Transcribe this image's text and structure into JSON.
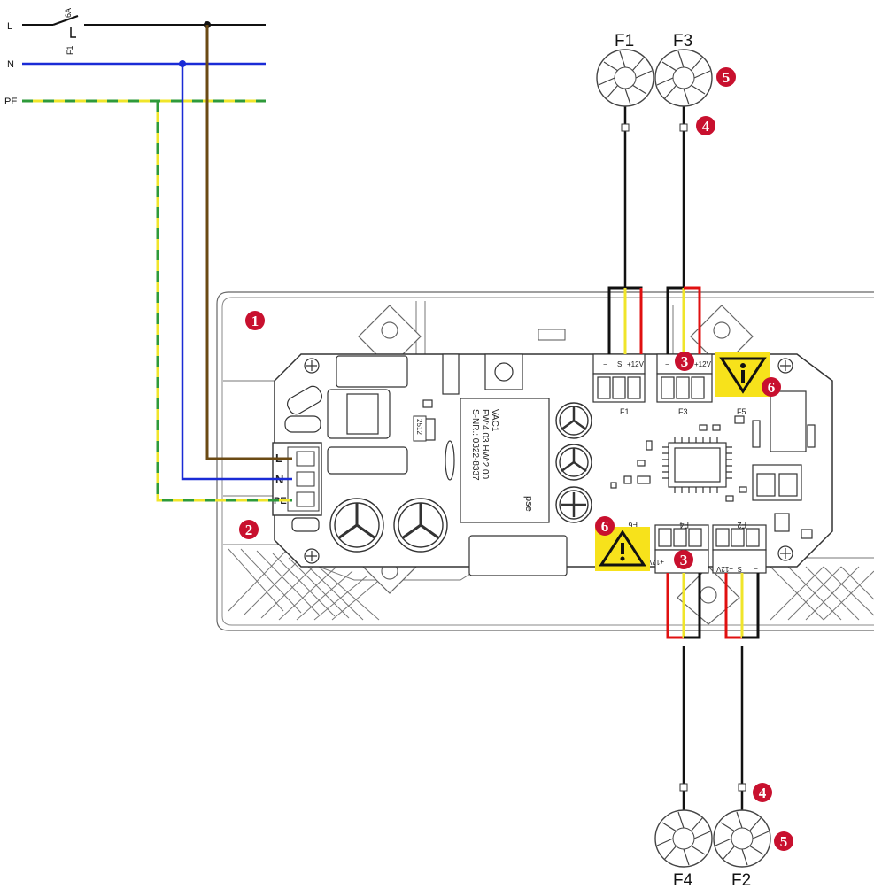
{
  "supply": {
    "lines": [
      "L",
      "N",
      "PE"
    ],
    "breaker": {
      "rating": "6A",
      "name": "F1"
    }
  },
  "fans": [
    {
      "name": "F1"
    },
    {
      "name": "F3"
    },
    {
      "name": "F4"
    },
    {
      "name": "F2"
    }
  ],
  "terminal_block": {
    "labels": [
      "L",
      "N",
      "PE"
    ]
  },
  "board": {
    "label_lines": [
      "VAC1",
      "FW:4.03 HW:2.00",
      "S-NR.: 0322-8337"
    ],
    "chip_label": "2512",
    "brand": "pse",
    "connector_top": [
      "F1",
      "F3",
      "F5"
    ],
    "connector_bottom": [
      "F6",
      "F4",
      "F2"
    ],
    "pin_labels_top": [
      "−",
      "S",
      "+12V"
    ],
    "pin_labels_bottom": [
      "+12V",
      "S",
      "−"
    ]
  },
  "callouts": [
    "1",
    "2",
    "3",
    "3",
    "4",
    "4",
    "5",
    "5",
    "6",
    "6"
  ],
  "colors": {
    "L": "#6b4a14",
    "N": "#1a2bd6",
    "PE_yellow": "#f0e52a",
    "PE_green": "#2e9a3a",
    "wire_red": "#e01010",
    "wire_black": "#111111",
    "wire_yellow": "#f0e52a",
    "badge": "#c8102e",
    "warning": "#f7e21b"
  }
}
